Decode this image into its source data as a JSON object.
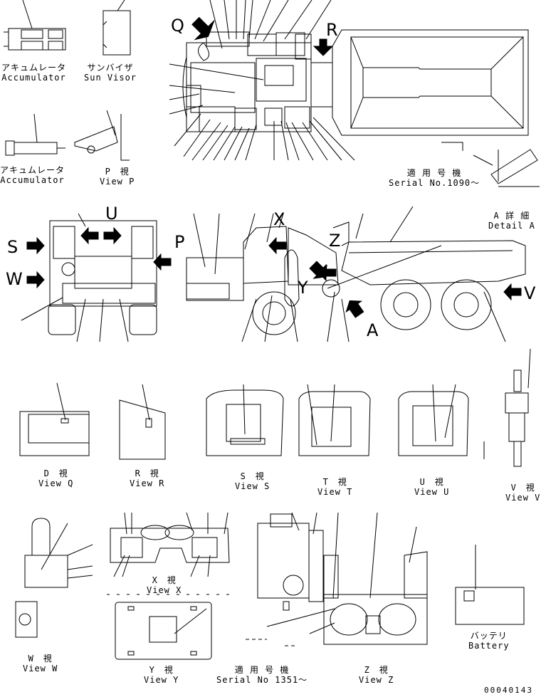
{
  "drawing_number": "00040143",
  "view_letters": [
    "Q",
    "R",
    "U",
    "S",
    "W",
    "P",
    "X",
    "Z",
    "Y",
    "A",
    "V"
  ],
  "captions": {
    "accumulator_1": {
      "jp": "アキュムレータ",
      "en": "Accumulator"
    },
    "sun_visor": {
      "jp": "サンバイザ",
      "en": "Sun Visor"
    },
    "accumulator_2": {
      "jp": "アキュムレータ",
      "en": "Accumulator"
    },
    "view_p": {
      "jp": "P　視",
      "en": "View P"
    },
    "serial_1090": {
      "jp": "適 用 号 機",
      "en": "Serial No.1090～"
    },
    "detail_a": {
      "jp": "A 詳 細",
      "en": "Detail A"
    },
    "view_q": {
      "jp": "D　視",
      "en": "View Q"
    },
    "view_r": {
      "jp": "R　視",
      "en": "View R"
    },
    "view_s": {
      "jp": "S　視",
      "en": "View S"
    },
    "view_t": {
      "jp": "T　視",
      "en": "View T"
    },
    "view_u": {
      "jp": "U　視",
      "en": "View U"
    },
    "view_v": {
      "jp": "V　視",
      "en": "View V"
    },
    "view_x": {
      "jp": "X　視",
      "en": "View X"
    },
    "view_w": {
      "jp": "W　視",
      "en": "View W"
    },
    "view_y": {
      "jp": "Y　視",
      "en": "View Y"
    },
    "serial_1351": {
      "jp": "適 用 号 機",
      "en": "Serial No 1351～"
    },
    "view_z": {
      "jp": "Z　視",
      "en": "View Z"
    },
    "battery": {
      "jp": "バッテリ",
      "en": "Battery"
    }
  }
}
